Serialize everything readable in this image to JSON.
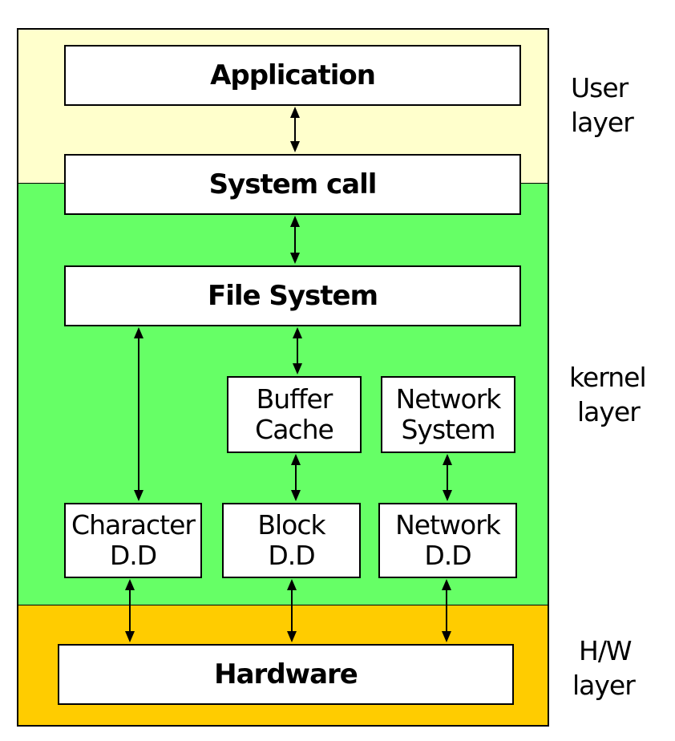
{
  "layers": {
    "user": {
      "label_line1": "User",
      "label_line2": "layer",
      "color": "#ffffcc"
    },
    "kernel": {
      "label_line1": "kernel",
      "label_line2": "layer",
      "color": "#66ff66"
    },
    "hardware": {
      "label_line1": "H/W",
      "label_line2": "layer",
      "color": "#ffcc00"
    }
  },
  "boxes": {
    "application": "Application",
    "system_call": "System call",
    "file_system": "File System",
    "buffer_cache": {
      "line1": "Buffer",
      "line2": "Cache"
    },
    "network_system": {
      "line1": "Network",
      "line2": "System"
    },
    "character_dd": {
      "line1": "Character",
      "line2": "D.D"
    },
    "block_dd": {
      "line1": "Block",
      "line2": "D.D"
    },
    "network_dd": {
      "line1": "Network",
      "line2": "D.D"
    },
    "hardware": "Hardware"
  },
  "connections": [
    {
      "from": "Application",
      "to": "System call",
      "type": "bidirectional"
    },
    {
      "from": "System call",
      "to": "File System",
      "type": "bidirectional"
    },
    {
      "from": "File System",
      "to": "Character D.D",
      "type": "bidirectional"
    },
    {
      "from": "File System",
      "to": "Buffer Cache",
      "type": "bidirectional"
    },
    {
      "from": "Buffer Cache",
      "to": "Block D.D",
      "type": "bidirectional"
    },
    {
      "from": "Network System",
      "to": "Network D.D",
      "type": "bidirectional"
    },
    {
      "from": "Character D.D",
      "to": "Hardware",
      "type": "bidirectional"
    },
    {
      "from": "Block D.D",
      "to": "Hardware",
      "type": "bidirectional"
    },
    {
      "from": "Network D.D",
      "to": "Hardware",
      "type": "bidirectional"
    }
  ]
}
